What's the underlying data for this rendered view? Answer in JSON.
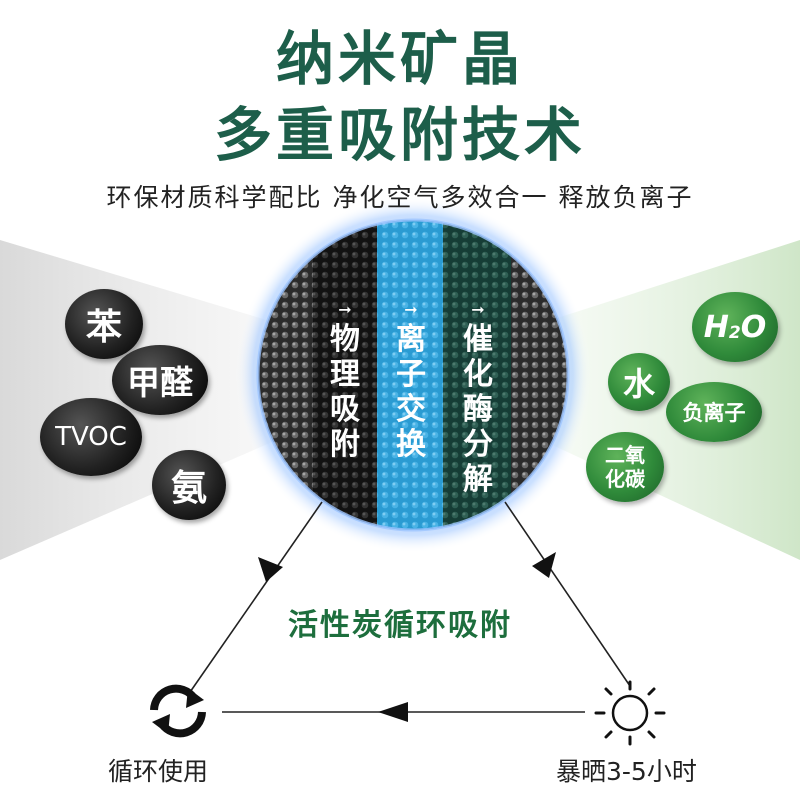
{
  "title_line1": "纳米矿晶",
  "title_line2": "多重吸附技术",
  "subtitle": "环保材质科学配比 净化空气多效合一 释放负离子",
  "pollutants": [
    "苯",
    "甲醛",
    "TVOC",
    "氨"
  ],
  "outputs": [
    "H2O",
    "水",
    "负离子",
    "二氧化碳"
  ],
  "outputs_display": {
    "h2o_main": "H",
    "h2o_sub": "2",
    "h2o_end": "O",
    "co2_line1": "二氧",
    "co2_line2": "化碳"
  },
  "columns": [
    {
      "label": "物理吸附",
      "color": "#2e2e2e"
    },
    {
      "label": "离子交换",
      "color": "#2a9bd2"
    },
    {
      "label": "催化酶分解",
      "color": "#1f4f45"
    }
  ],
  "column_arrow_glyph": "➞",
  "cycle_label": "活性炭循环吸附",
  "recycle_label": "循环使用",
  "sun_label": "暴晒3-5小时",
  "icons": {
    "recycle": "recycle-icon",
    "sun": "sun-icon"
  },
  "colors": {
    "title": "#1d5e4a",
    "cycle_label": "#1d6e3d",
    "glow": "#7fb8ff"
  }
}
